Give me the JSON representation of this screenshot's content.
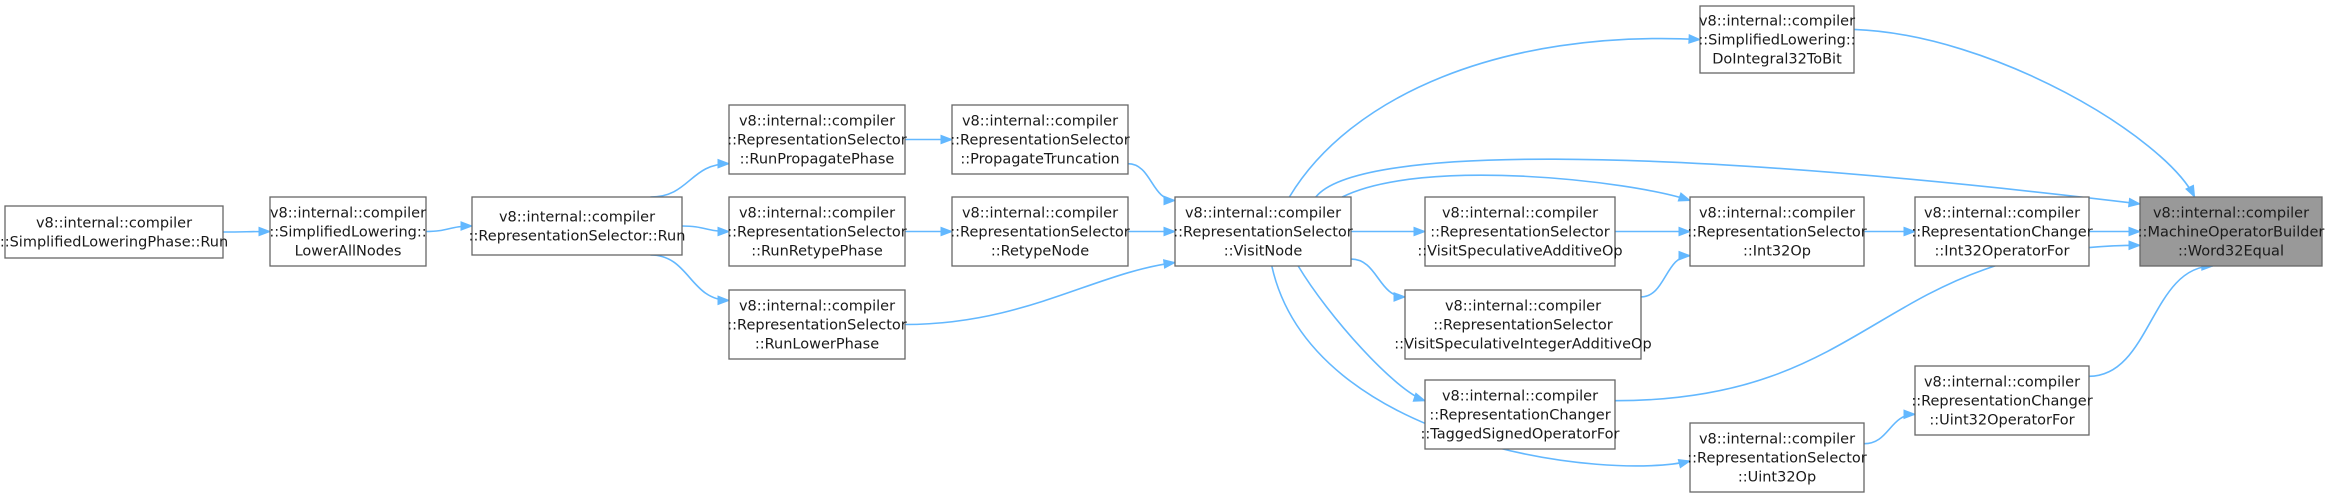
{
  "graph": {
    "nodes": [
      {
        "id": "word32equal",
        "lines": [
          "v8::internal::compiler",
          "::MachineOperatorBuilder",
          "::Word32Equal"
        ],
        "highlighted": true
      },
      {
        "id": "dointegral32tobit",
        "lines": [
          "v8::internal::compiler",
          "::SimplifiedLowering::",
          "DoIntegral32ToBit"
        ]
      },
      {
        "id": "int32operatorfor",
        "lines": [
          "v8::internal::compiler",
          "::RepresentationChanger",
          "::Int32OperatorFor"
        ]
      },
      {
        "id": "uint32operatorfor",
        "lines": [
          "v8::internal::compiler",
          "::RepresentationChanger",
          "::Uint32OperatorFor"
        ]
      },
      {
        "id": "int32op",
        "lines": [
          "v8::internal::compiler",
          "::RepresentationSelector",
          "::Int32Op"
        ]
      },
      {
        "id": "uint32op",
        "lines": [
          "v8::internal::compiler",
          "::RepresentationSelector",
          "::Uint32Op"
        ]
      },
      {
        "id": "visitspeculativeadditiveop",
        "lines": [
          "v8::internal::compiler",
          "::RepresentationSelector",
          "::VisitSpeculativeAdditiveOp"
        ]
      },
      {
        "id": "visitspeculativeintegeradditiveop",
        "lines": [
          "v8::internal::compiler",
          "::RepresentationSelector",
          "::VisitSpeculativeIntegerAdditiveOp"
        ]
      },
      {
        "id": "taggedsignedoperatorfor",
        "lines": [
          "v8::internal::compiler",
          "::RepresentationChanger",
          "::TaggedSignedOperatorFor"
        ]
      },
      {
        "id": "visitnode",
        "lines": [
          "v8::internal::compiler",
          "::RepresentationSelector",
          "::VisitNode"
        ]
      },
      {
        "id": "propagatetruncation",
        "lines": [
          "v8::internal::compiler",
          "::RepresentationSelector",
          "::PropagateTruncation"
        ]
      },
      {
        "id": "retypenode",
        "lines": [
          "v8::internal::compiler",
          "::RepresentationSelector",
          "::RetypeNode"
        ]
      },
      {
        "id": "runpropagatephase",
        "lines": [
          "v8::internal::compiler",
          "::RepresentationSelector",
          "::RunPropagatePhase"
        ]
      },
      {
        "id": "runretypephase",
        "lines": [
          "v8::internal::compiler",
          "::RepresentationSelector",
          "::RunRetypePhase"
        ]
      },
      {
        "id": "runlowerphase",
        "lines": [
          "v8::internal::compiler",
          "::RepresentationSelector",
          "::RunLowerPhase"
        ]
      },
      {
        "id": "selectorrun",
        "lines": [
          "v8::internal::compiler",
          "::RepresentationSelector::Run"
        ]
      },
      {
        "id": "lowerallnodes",
        "lines": [
          "v8::internal::compiler",
          "::SimplifiedLowering::",
          "LowerAllNodes"
        ]
      },
      {
        "id": "phaserun",
        "lines": [
          "v8::internal::compiler",
          "::SimplifiedLoweringPhase::Run"
        ]
      }
    ],
    "edges": [
      {
        "from": "dointegral32tobit",
        "to": "word32equal"
      },
      {
        "from": "int32operatorfor",
        "to": "word32equal"
      },
      {
        "from": "uint32operatorfor",
        "to": "word32equal"
      },
      {
        "from": "taggedsignedoperatorfor",
        "to": "word32equal"
      },
      {
        "from": "visitnode",
        "to": "word32equal"
      },
      {
        "from": "int32op",
        "to": "int32operatorfor"
      },
      {
        "from": "uint32op",
        "to": "uint32operatorfor"
      },
      {
        "from": "visitspeculativeadditiveop",
        "to": "int32op"
      },
      {
        "from": "visitspeculativeintegeradditiveop",
        "to": "int32op"
      },
      {
        "from": "visitnode",
        "to": "int32op"
      },
      {
        "from": "visitnode",
        "to": "uint32op"
      },
      {
        "from": "visitnode",
        "to": "dointegral32tobit"
      },
      {
        "from": "visitnode",
        "to": "visitspeculativeadditiveop"
      },
      {
        "from": "visitnode",
        "to": "visitspeculativeintegeradditiveop"
      },
      {
        "from": "visitnode",
        "to": "taggedsignedoperatorfor"
      },
      {
        "from": "propagatetruncation",
        "to": "visitnode"
      },
      {
        "from": "retypenode",
        "to": "visitnode"
      },
      {
        "from": "runlowerphase",
        "to": "visitnode"
      },
      {
        "from": "runpropagatephase",
        "to": "propagatetruncation"
      },
      {
        "from": "runretypephase",
        "to": "retypenode"
      },
      {
        "from": "selectorrun",
        "to": "runpropagatephase"
      },
      {
        "from": "selectorrun",
        "to": "runretypephase"
      },
      {
        "from": "selectorrun",
        "to": "runlowerphase"
      },
      {
        "from": "lowerallnodes",
        "to": "selectorrun"
      },
      {
        "from": "phaserun",
        "to": "lowerallnodes"
      }
    ]
  }
}
